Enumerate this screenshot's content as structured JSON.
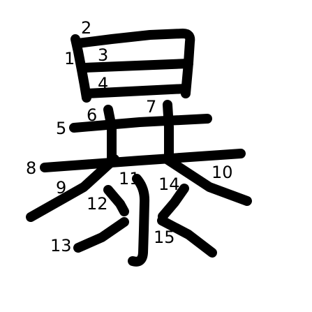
{
  "character": "暴",
  "stroke_count": 15,
  "colors": {
    "stroke": "#000000",
    "background": "#ffffff",
    "label": "#000000"
  },
  "stroke_labels": [
    "1",
    "2",
    "3",
    "4",
    "5",
    "6",
    "7",
    "8",
    "9",
    "10",
    "11",
    "12",
    "13",
    "14",
    "15"
  ]
}
